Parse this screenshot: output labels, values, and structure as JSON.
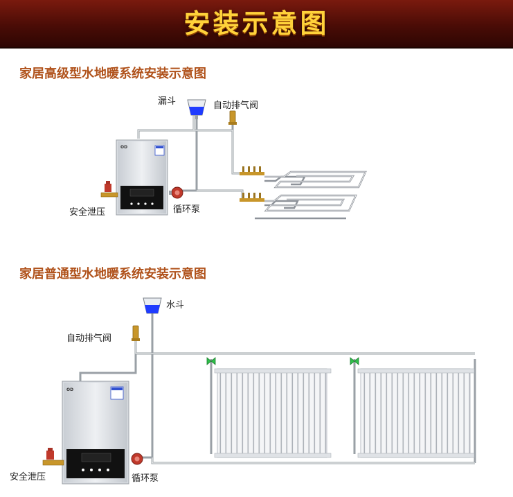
{
  "banner": {
    "title": "安装示意图"
  },
  "section1": {
    "title": "家居高级型水地暖系统安装示意图",
    "labels": {
      "funnel": "漏斗",
      "air_valve": "自动排气阀",
      "safety_valve": "安全泄压",
      "pump": "循环泵"
    }
  },
  "section2": {
    "title": "家居普通型水地暖系统安装示意图",
    "labels": {
      "funnel": "水斗",
      "air_valve": "自动排气阀",
      "safety_valve": "安全泄压",
      "pump": "循环泵"
    }
  },
  "colors": {
    "banner_text": "#ffd23a",
    "banner_bg": "#4a0c06",
    "section_title": "#b0521b",
    "water": "#1f3cff",
    "valve_brass": "#c8962a",
    "pump_red": "#c0392b",
    "radiator_valve": "#2fbf4a",
    "pipe": "#9aa0a6"
  }
}
